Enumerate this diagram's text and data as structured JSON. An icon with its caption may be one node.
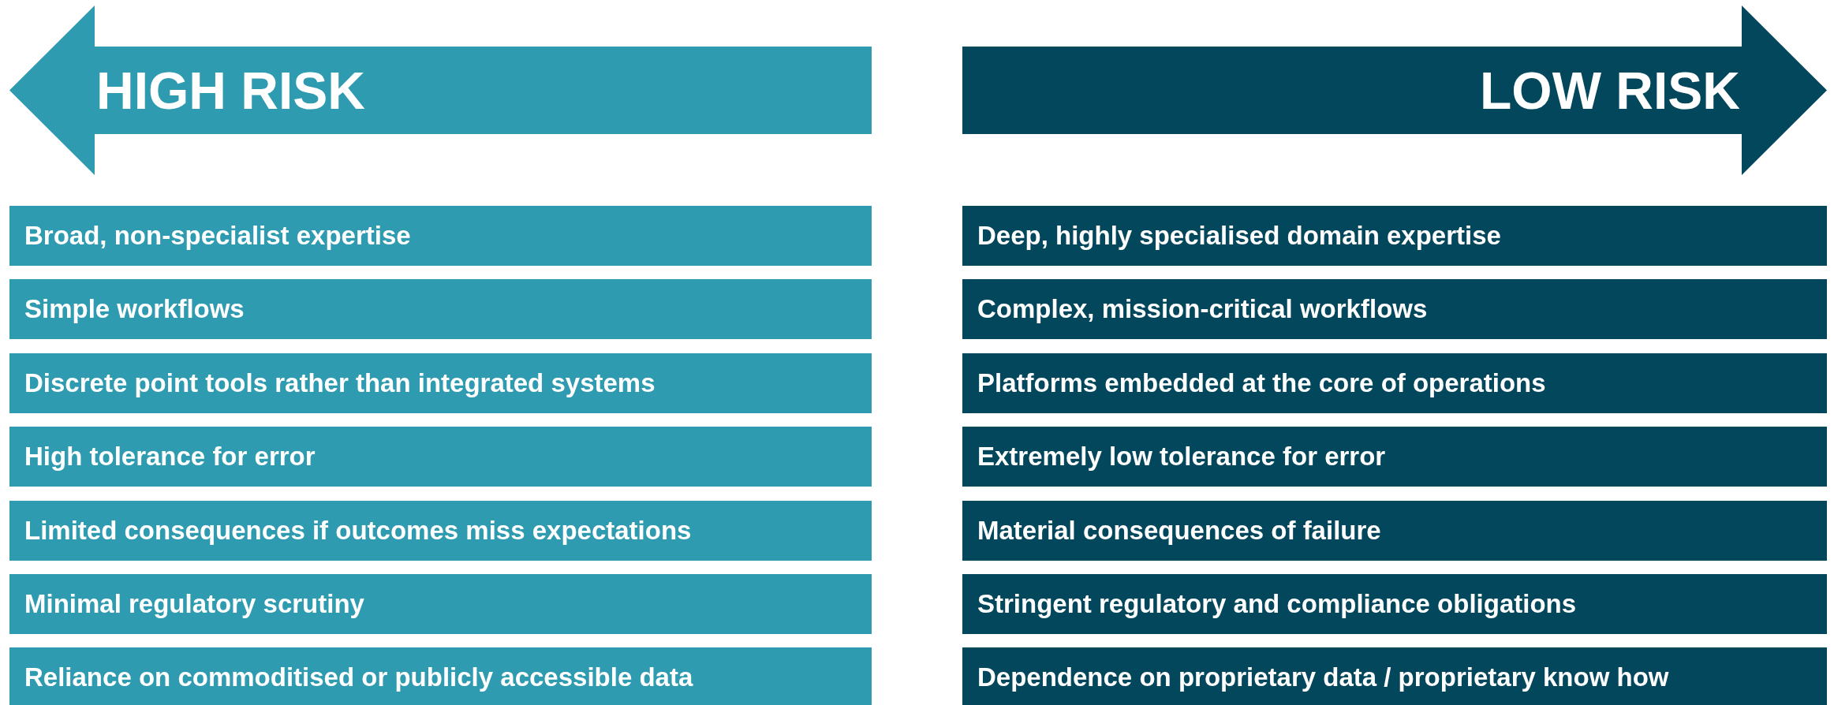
{
  "diagram": {
    "nodes": [
      {
        "text": [
          "HIGH RISK"
        ]
      },
      {
        "text": [
          "LOW RISK"
        ]
      },
      {
        "text": [
          "Broad, non-specialist expertise"
        ]
      },
      {
        "text": [
          "Simple workflows"
        ]
      },
      {
        "text": [
          "Discrete point tools rather than integrated systems"
        ]
      },
      {
        "text": [
          "High tolerance for error"
        ]
      },
      {
        "text": [
          "Limited consequences if outcomes miss expectations"
        ]
      },
      {
        "text": [
          "Minimal regulatory scrutiny"
        ]
      },
      {
        "text": [
          "Reliance on commoditised or publicly accessible data"
        ]
      },
      {
        "text": [
          "Deep, highly specialised domain expertise"
        ]
      },
      {
        "text": [
          "Complex, mission-critical workflows"
        ]
      },
      {
        "text": [
          "Platforms embedded at the core of operations"
        ]
      },
      {
        "text": [
          "Extremely low tolerance for error"
        ]
      },
      {
        "text": [
          "Material consequences of failure"
        ]
      },
      {
        "text": [
          "Stringent regulatory and compliance obligations"
        ]
      },
      {
        "text": [
          "Dependence on proprietary data / proprietary know how"
        ]
      }
    ]
  }
}
